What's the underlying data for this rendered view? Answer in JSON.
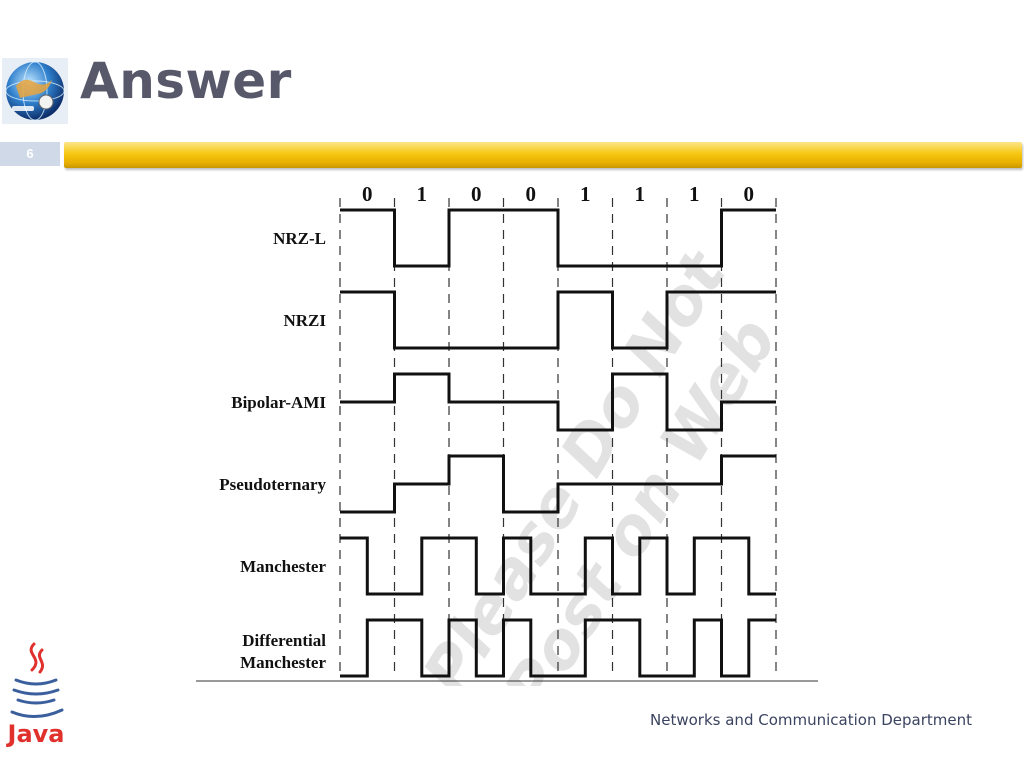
{
  "slide": {
    "title": "Answer",
    "number": "6",
    "footer": "Networks and Communication Department",
    "colors": {
      "title": "#57596a",
      "rule": "#f6c711",
      "number_box": "#cfd9e8"
    }
  },
  "icons": {
    "top_left": "globe-logo-icon",
    "bottom_left": "java-logo-icon"
  },
  "java_logo_text": "Java",
  "diagram": {
    "bits": [
      "0",
      "1",
      "0",
      "0",
      "1",
      "1",
      "1",
      "0"
    ],
    "rows": [
      {
        "label": "NRZ-L"
      },
      {
        "label": "NRZI"
      },
      {
        "label": "Bipolar-AMI"
      },
      {
        "label": "Pseudoternary"
      },
      {
        "label": "Manchester"
      },
      {
        "label": "Differential",
        "label2": "Manchester"
      }
    ],
    "watermark": [
      "Please Do Not",
      "Post on Web"
    ]
  }
}
